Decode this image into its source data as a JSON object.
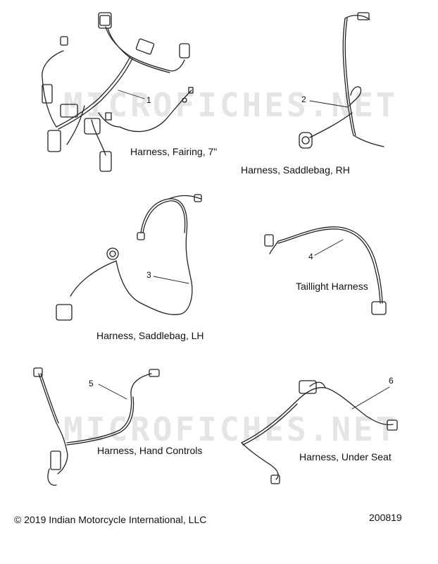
{
  "watermark": "MICROFICHES.NET",
  "parts": [
    {
      "number": "1",
      "label": "Harness, Fairing, 7\""
    },
    {
      "number": "2",
      "label": "Harness, Saddlebag, RH"
    },
    {
      "number": "3",
      "label": "Harness, Saddlebag, LH"
    },
    {
      "number": "4",
      "label": "Taillight Harness"
    },
    {
      "number": "5",
      "label": "Harness, Hand Controls"
    },
    {
      "number": "6",
      "label": "Harness, Under Seat"
    }
  ],
  "footer": {
    "copyright": "© 2019 Indian Motorcycle International, LLC",
    "diagram_id": "200819"
  },
  "colors": {
    "line": "#222222",
    "watermark": "#b4b4b4"
  }
}
